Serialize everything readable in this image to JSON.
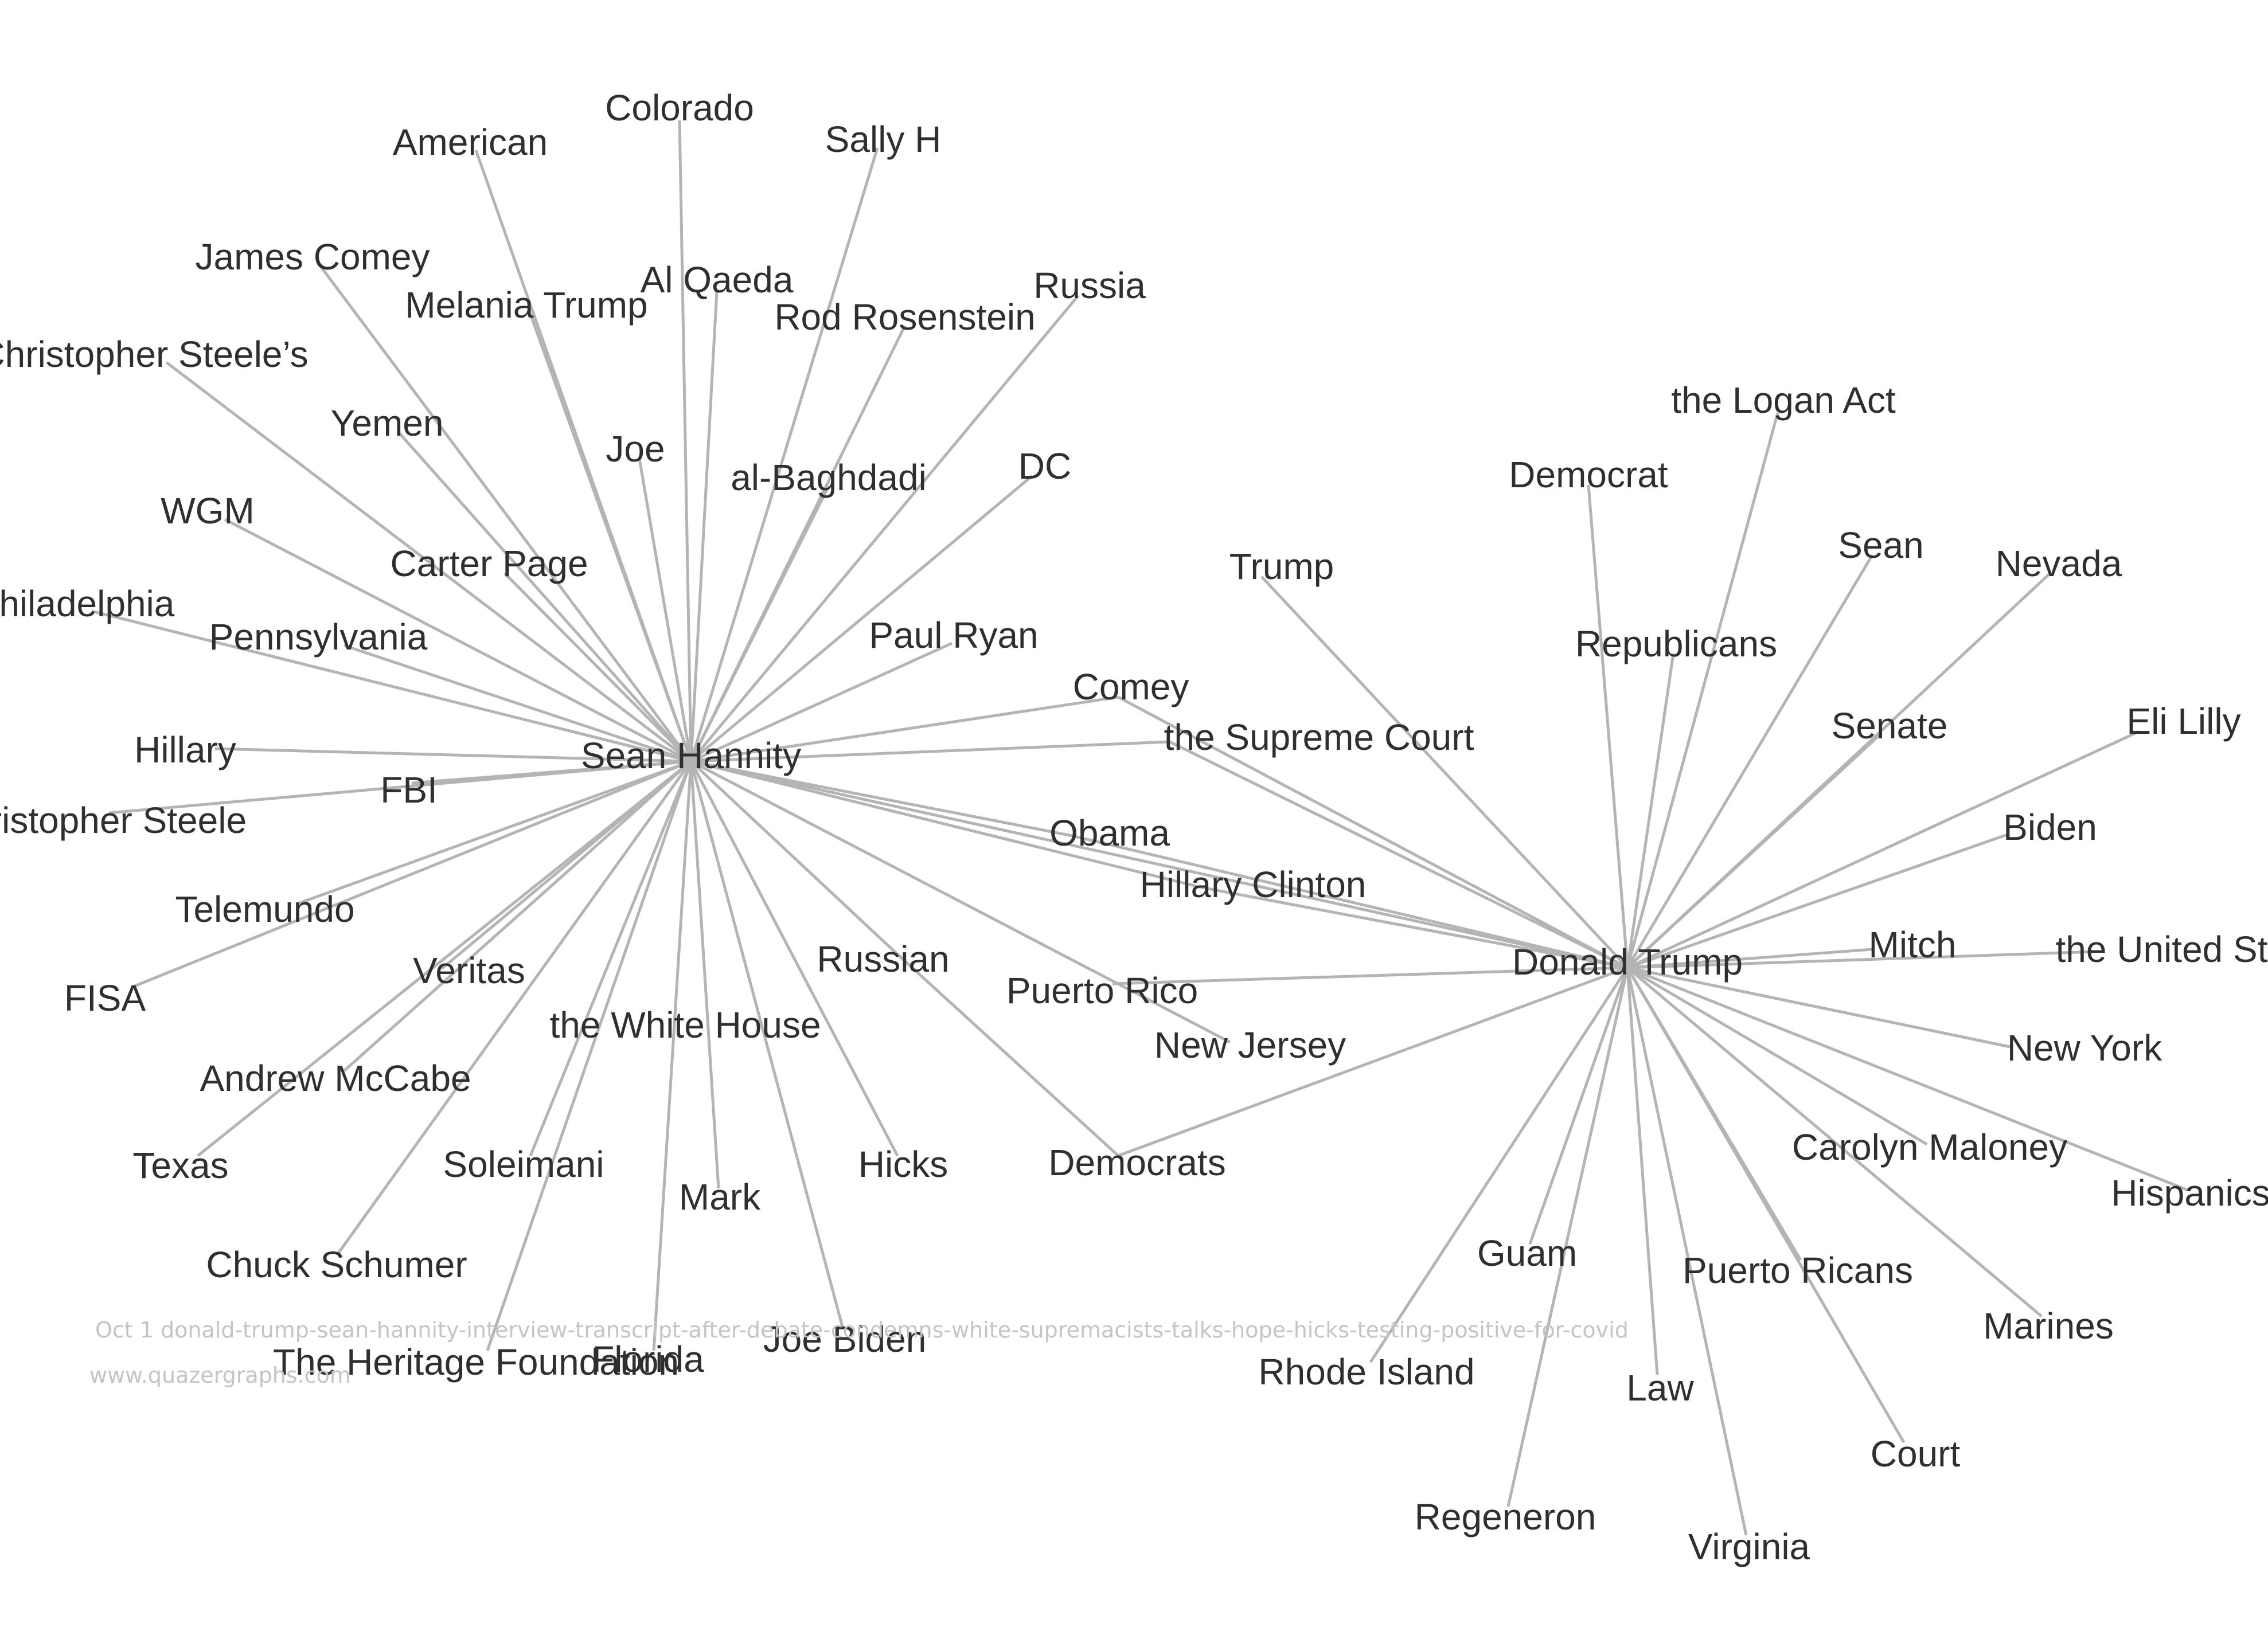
{
  "caption": {
    "line1": "Oct 1 donald-trump-sean-hannity-interview-transcript-after-debate-condemns-white-supremacists-talks-hope-hicks-testing-positive-for-covid",
    "line2": "www.quazergraphs.com"
  },
  "colors": {
    "edge": "#b4b4b4",
    "label": "#2f2f2f",
    "caption": "#c4c4c4"
  },
  "nodes": [
    {
      "id": "hannity",
      "label": "Sean Hannity"
    },
    {
      "id": "trump_main",
      "label": "Donald Trump"
    },
    {
      "id": "colorado",
      "label": "Colorado"
    },
    {
      "id": "american",
      "label": "American"
    },
    {
      "id": "sallyh",
      "label": "Sally H"
    },
    {
      "id": "jamescomey",
      "label": "James Comey"
    },
    {
      "id": "alqaeda",
      "label": "Al Qaeda"
    },
    {
      "id": "melania",
      "label": "Melania Trump"
    },
    {
      "id": "russia",
      "label": "Russia"
    },
    {
      "id": "rosenstein",
      "label": "Rod Rosenstein"
    },
    {
      "id": "steeles",
      "label": "Christopher Steele’s"
    },
    {
      "id": "yemen",
      "label": "Yemen"
    },
    {
      "id": "joe",
      "label": "Joe"
    },
    {
      "id": "albaghdadi",
      "label": "al-Baghdadi"
    },
    {
      "id": "dc",
      "label": "DC"
    },
    {
      "id": "wgm",
      "label": "WGM"
    },
    {
      "id": "carterpage",
      "label": "Carter Page"
    },
    {
      "id": "philadelphia",
      "label": "Philadelphia"
    },
    {
      "id": "pennsylvania",
      "label": "Pennsylvania"
    },
    {
      "id": "paulryan",
      "label": "Paul Ryan"
    },
    {
      "id": "trump",
      "label": "Trump"
    },
    {
      "id": "comey",
      "label": "Comey"
    },
    {
      "id": "supremecourt",
      "label": "the Supreme Court"
    },
    {
      "id": "hillary",
      "label": "Hillary"
    },
    {
      "id": "fbi",
      "label": "FBI"
    },
    {
      "id": "steele",
      "label": "Christopher Steele"
    },
    {
      "id": "obama",
      "label": "Obama"
    },
    {
      "id": "hillaryclinton",
      "label": "Hillary Clinton"
    },
    {
      "id": "telemundo",
      "label": "Telemundo"
    },
    {
      "id": "veritas",
      "label": "Veritas"
    },
    {
      "id": "russian",
      "label": "Russian"
    },
    {
      "id": "puertorico",
      "label": "Puerto Rico"
    },
    {
      "id": "fisa",
      "label": "FISA"
    },
    {
      "id": "whitehouse",
      "label": "the White House"
    },
    {
      "id": "newjersey",
      "label": "New Jersey"
    },
    {
      "id": "mccabe",
      "label": "Andrew McCabe"
    },
    {
      "id": "texas",
      "label": "Texas"
    },
    {
      "id": "soleimani",
      "label": "Soleimani"
    },
    {
      "id": "hicks",
      "label": "Hicks"
    },
    {
      "id": "democrats",
      "label": "Democrats"
    },
    {
      "id": "mark",
      "label": "Mark"
    },
    {
      "id": "schumer",
      "label": "Chuck Schumer"
    },
    {
      "id": "joebiden",
      "label": "Joe Biden"
    },
    {
      "id": "heritage",
      "label": "The Heritage Foundation"
    },
    {
      "id": "florida",
      "label": "Florida"
    },
    {
      "id": "loganact",
      "label": "the Logan Act"
    },
    {
      "id": "democrat",
      "label": "Democrat"
    },
    {
      "id": "sean",
      "label": "Sean"
    },
    {
      "id": "nevada",
      "label": "Nevada"
    },
    {
      "id": "republicans",
      "label": "Republicans"
    },
    {
      "id": "senate",
      "label": "Senate"
    },
    {
      "id": "elililly",
      "label": "Eli Lilly"
    },
    {
      "id": "biden",
      "label": "Biden"
    },
    {
      "id": "mitch",
      "label": "Mitch"
    },
    {
      "id": "unitedstates",
      "label": "the United States"
    },
    {
      "id": "newyork",
      "label": "New York"
    },
    {
      "id": "maloney",
      "label": "Carolyn Maloney"
    },
    {
      "id": "hispanics",
      "label": "Hispanics"
    },
    {
      "id": "guam",
      "label": "Guam"
    },
    {
      "id": "puertoricans",
      "label": "Puerto Ricans"
    },
    {
      "id": "marines",
      "label": "Marines"
    },
    {
      "id": "rhodeisland",
      "label": "Rhode Island"
    },
    {
      "id": "law",
      "label": "Law"
    },
    {
      "id": "court",
      "label": "Court"
    },
    {
      "id": "regeneron",
      "label": "Regeneron"
    },
    {
      "id": "virginia",
      "label": "Virginia"
    }
  ],
  "edges": [
    [
      "hannity",
      "colorado"
    ],
    [
      "hannity",
      "american"
    ],
    [
      "hannity",
      "sallyh"
    ],
    [
      "hannity",
      "jamescomey"
    ],
    [
      "hannity",
      "alqaeda"
    ],
    [
      "hannity",
      "melania"
    ],
    [
      "hannity",
      "russia"
    ],
    [
      "hannity",
      "rosenstein"
    ],
    [
      "hannity",
      "steeles"
    ],
    [
      "hannity",
      "yemen"
    ],
    [
      "hannity",
      "joe"
    ],
    [
      "hannity",
      "albaghdadi"
    ],
    [
      "hannity",
      "dc"
    ],
    [
      "hannity",
      "wgm"
    ],
    [
      "hannity",
      "carterpage"
    ],
    [
      "hannity",
      "philadelphia"
    ],
    [
      "hannity",
      "pennsylvania"
    ],
    [
      "hannity",
      "paulryan"
    ],
    [
      "hannity",
      "comey"
    ],
    [
      "hannity",
      "supremecourt"
    ],
    [
      "hannity",
      "hillary"
    ],
    [
      "hannity",
      "fbi"
    ],
    [
      "hannity",
      "steele"
    ],
    [
      "hannity",
      "obama"
    ],
    [
      "hannity",
      "hillaryclinton"
    ],
    [
      "hannity",
      "telemundo"
    ],
    [
      "hannity",
      "veritas"
    ],
    [
      "hannity",
      "russian"
    ],
    [
      "hannity",
      "fisa"
    ],
    [
      "hannity",
      "newjersey"
    ],
    [
      "hannity",
      "mccabe"
    ],
    [
      "hannity",
      "texas"
    ],
    [
      "hannity",
      "soleimani"
    ],
    [
      "hannity",
      "hicks"
    ],
    [
      "hannity",
      "mark"
    ],
    [
      "hannity",
      "schumer"
    ],
    [
      "hannity",
      "joebiden"
    ],
    [
      "hannity",
      "heritage"
    ],
    [
      "hannity",
      "florida"
    ],
    [
      "hannity",
      "trump_main"
    ],
    [
      "russian",
      "democrats"
    ],
    [
      "trump_main",
      "trump"
    ],
    [
      "trump_main",
      "comey"
    ],
    [
      "trump_main",
      "supremecourt"
    ],
    [
      "trump_main",
      "obama"
    ],
    [
      "trump_main",
      "hillaryclinton"
    ],
    [
      "trump_main",
      "puertorico"
    ],
    [
      "trump_main",
      "democrats"
    ],
    [
      "trump_main",
      "loganact"
    ],
    [
      "trump_main",
      "democrat"
    ],
    [
      "trump_main",
      "sean"
    ],
    [
      "trump_main",
      "nevada"
    ],
    [
      "trump_main",
      "republicans"
    ],
    [
      "trump_main",
      "senate"
    ],
    [
      "trump_main",
      "elililly"
    ],
    [
      "trump_main",
      "biden"
    ],
    [
      "trump_main",
      "mitch"
    ],
    [
      "trump_main",
      "unitedstates"
    ],
    [
      "trump_main",
      "newyork"
    ],
    [
      "trump_main",
      "maloney"
    ],
    [
      "trump_main",
      "hispanics"
    ],
    [
      "trump_main",
      "guam"
    ],
    [
      "trump_main",
      "puertoricans"
    ],
    [
      "trump_main",
      "marines"
    ],
    [
      "trump_main",
      "rhodeisland"
    ],
    [
      "trump_main",
      "law"
    ],
    [
      "trump_main",
      "court"
    ],
    [
      "trump_main",
      "regeneron"
    ],
    [
      "trump_main",
      "virginia"
    ]
  ]
}
